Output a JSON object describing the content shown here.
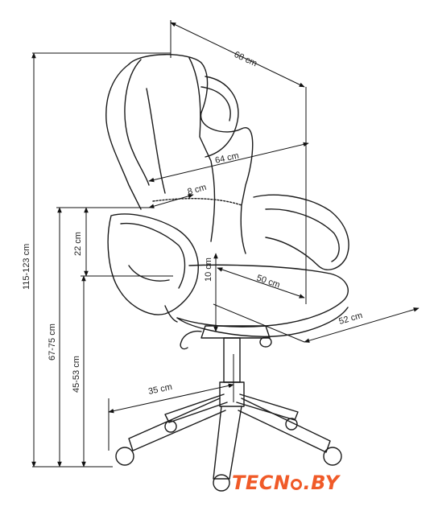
{
  "dimensions": {
    "width_top": "68 cm",
    "backrest_width": "64 cm",
    "armrest_width": "8 cm",
    "armrest_height": "22 cm",
    "seat_thickness": "10 cm",
    "seat_depth": "50 cm",
    "seat_width": "52 cm",
    "total_height": "115-123 cm",
    "armrest_floor_height": "67-75 cm",
    "seat_height": "45-53 cm",
    "base_radius": "35 cm"
  },
  "logo": {
    "part1": "TEC",
    "part2": "N",
    "part3": ".BY",
    "color": "#f05a28"
  },
  "colors": {
    "outline": "#1a1a1a",
    "dimension": "#111111"
  }
}
